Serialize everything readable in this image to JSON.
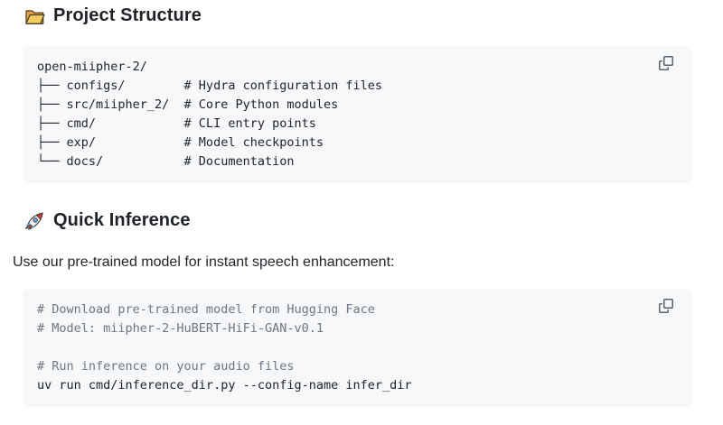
{
  "page": {
    "background": "#ffffff",
    "kind": "rendered markdown readme"
  },
  "colors": {
    "text": "#1f2328",
    "code_background": "#f6f8fa",
    "code_comment": "#6e7781",
    "muted_icon": "#59636e",
    "folder_back": "#e8a33d",
    "folder_front": "#f6cc60",
    "rocket_body": "#f3f3f1",
    "rocket_red": "#d83b3b",
    "rocket_blue": "#69b0e0"
  },
  "sections": [
    {
      "id": "project-structure",
      "icon": "open-folder-icon",
      "title": "Project Structure"
    },
    {
      "id": "quick-inference",
      "icon": "rocket-icon",
      "title": "Quick Inference"
    }
  ],
  "paragraph": "Use our pre-trained model for instant speech enhancement:",
  "code_blocks": [
    {
      "name": "project-structure-tree",
      "copy_button_label": "Copy",
      "lines": [
        {
          "text": "open-miipher-2/",
          "style": "plain"
        },
        {
          "text": "├── configs/        # Hydra configuration files",
          "style": "plain"
        },
        {
          "text": "├── src/miipher_2/  # Core Python modules",
          "style": "plain"
        },
        {
          "text": "├── cmd/            # CLI entry points",
          "style": "plain"
        },
        {
          "text": "├── exp/            # Model checkpoints",
          "style": "plain"
        },
        {
          "text": "└── docs/           # Documentation",
          "style": "plain"
        }
      ]
    },
    {
      "name": "quick-inference-commands",
      "copy_button_label": "Copy",
      "lines": [
        {
          "text": "# Download pre-trained model from Hugging Face",
          "style": "comment"
        },
        {
          "text": "# Model: miipher-2-HuBERT-HiFi-GAN-v0.1",
          "style": "comment"
        },
        {
          "text": "",
          "style": "plain"
        },
        {
          "text": "# Run inference on your audio files",
          "style": "comment"
        },
        {
          "text": "uv run cmd/inference_dir.py --config-name infer_dir",
          "style": "command"
        }
      ]
    }
  ]
}
